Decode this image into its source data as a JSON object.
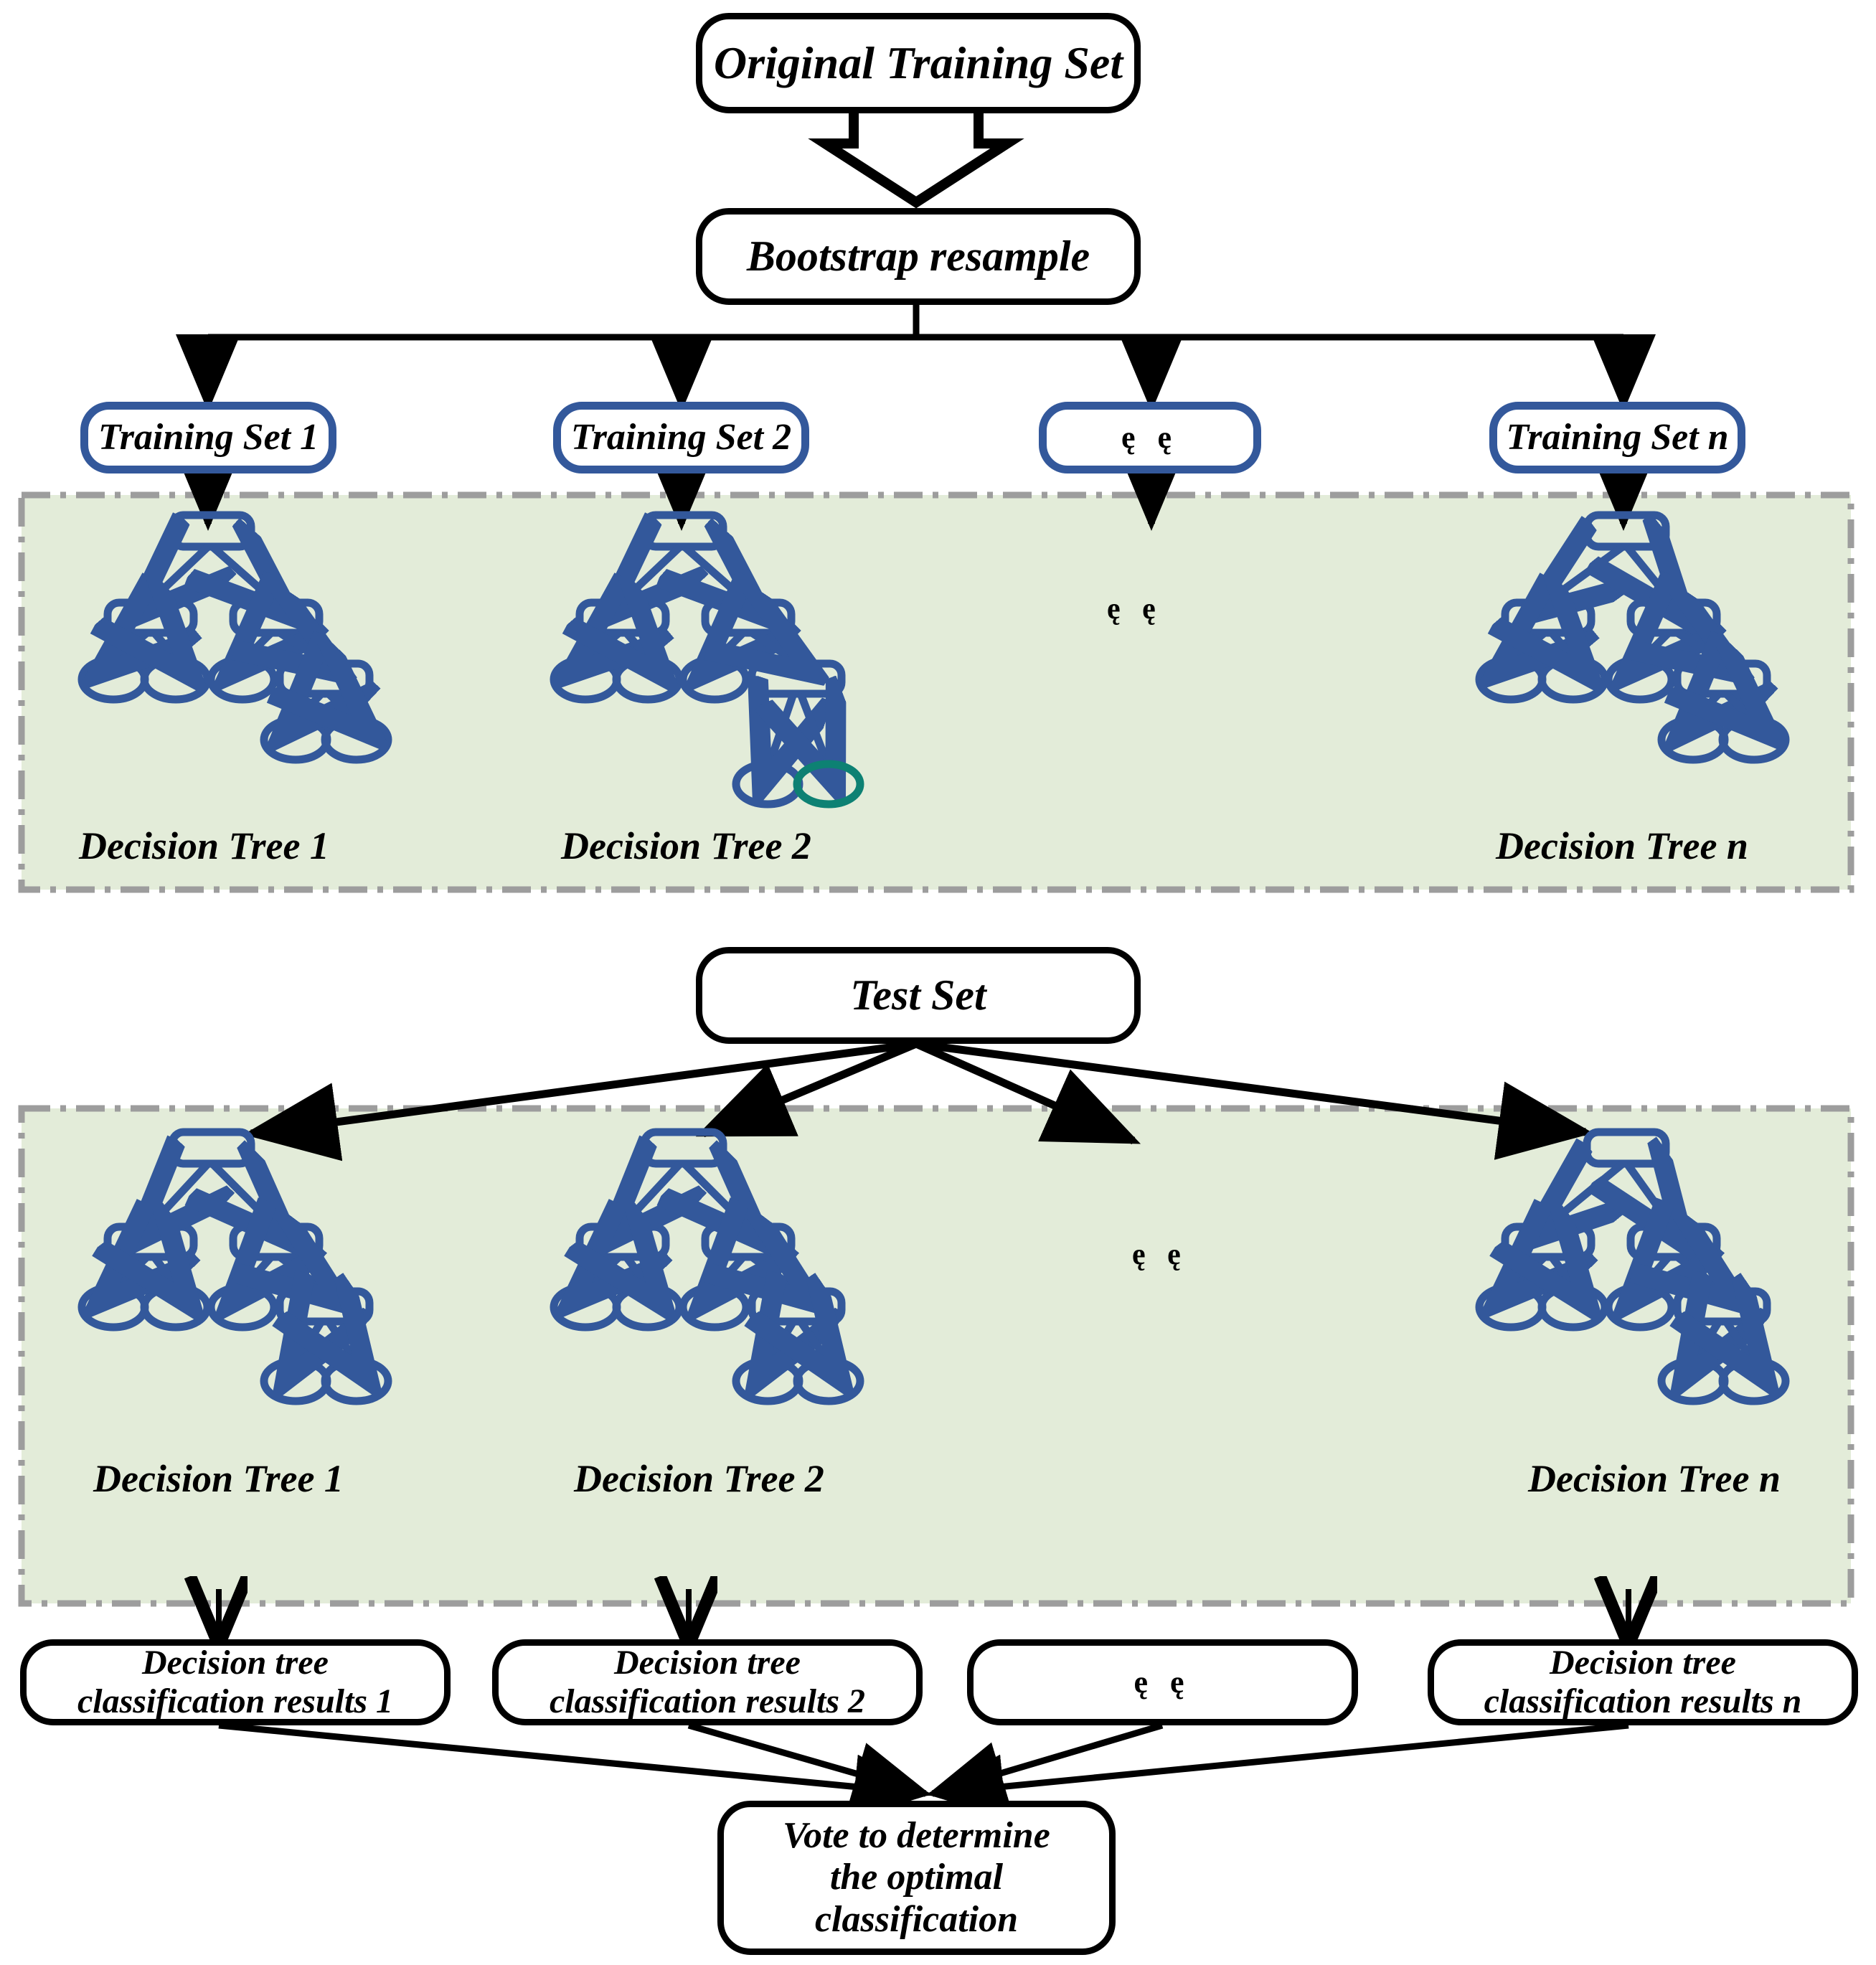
{
  "diagram": {
    "title_box": "Original Training Set",
    "bootstrap_box": "Bootstrap resample",
    "test_box": "Test Set",
    "ellipsis_glyph": "ę ę",
    "colors": {
      "node_blue": "#33589b",
      "leaf_green": "#0d8173",
      "band_green": "#e3ecd9",
      "band_border_gray": "#9d9d9d",
      "outline_black": "#000000"
    },
    "training_sets": [
      {
        "label": "Training Set 1"
      },
      {
        "label": "Training Set 2"
      },
      {
        "label": "ę ę"
      },
      {
        "label": "Training Set n"
      }
    ],
    "train_band_tree_labels": [
      "Decision Tree 1",
      "Decision Tree 2",
      "ę ę",
      "Decision Tree n"
    ],
    "test_band_tree_labels": [
      "Decision Tree 1",
      "Decision Tree 2",
      "ę ę",
      "Decision Tree n"
    ],
    "results": [
      {
        "line1": "Decision tree",
        "line2": "classification results 1"
      },
      {
        "line1": "Decision tree",
        "line2": "classification results 2"
      },
      {
        "line1": "ę ę",
        "line2": ""
      },
      {
        "line1": "Decision tree",
        "line2": "classification results n"
      }
    ],
    "vote_box": {
      "line1": "Vote to determine",
      "line2": "the optimal",
      "line3": "classification"
    }
  }
}
